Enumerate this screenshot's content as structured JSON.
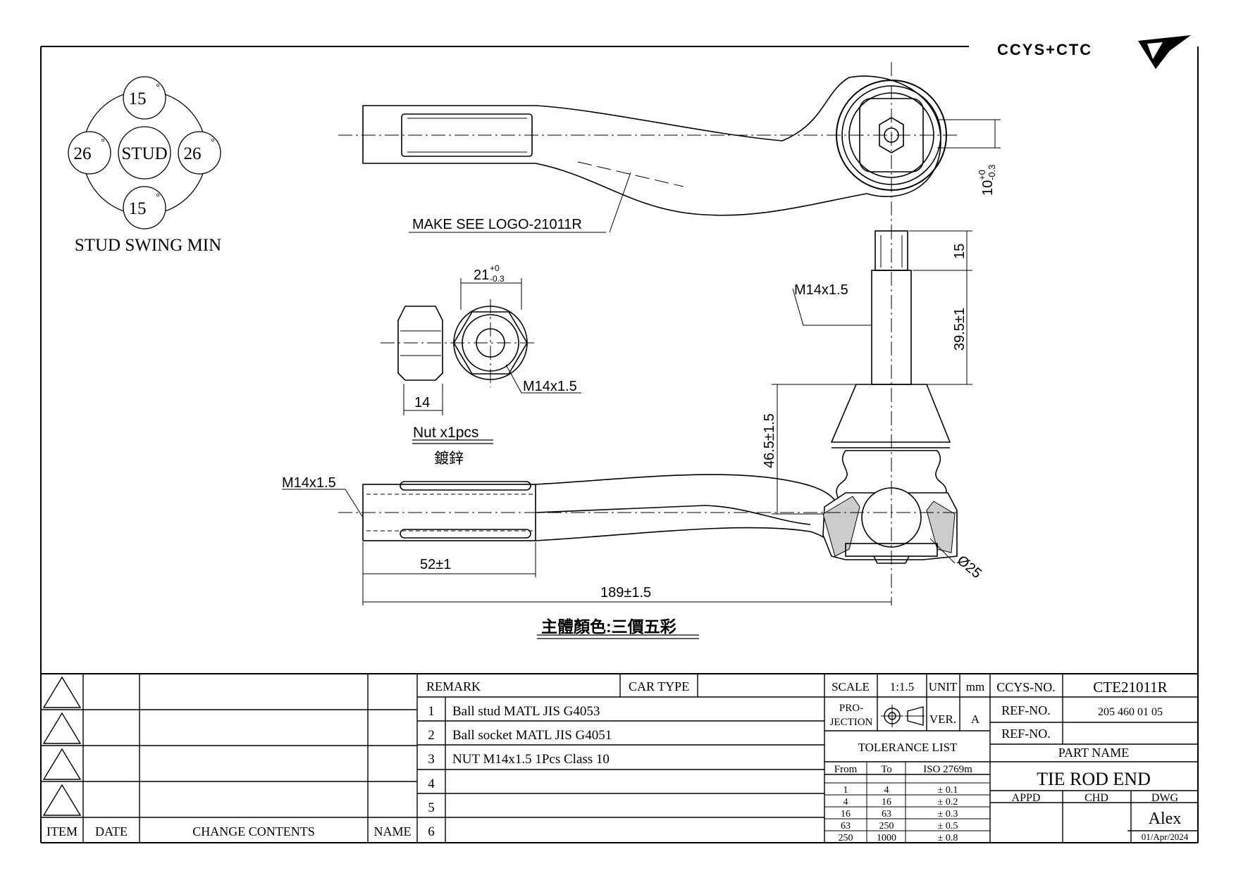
{
  "brand": {
    "logo_text": "CCYS+CTC"
  },
  "stud_swing": {
    "top": "15",
    "bottom": "15",
    "left": "26",
    "right": "26",
    "center": "STUD",
    "degree_mark": "°",
    "caption": "STUD SWING MIN"
  },
  "annotations": {
    "logo_note": "MAKE SEE LOGO-21011R",
    "nut_width_base": "21",
    "nut_width_tol_upper": "+0",
    "nut_width_tol_lower": "-0.3",
    "nut_thread": "M14x1.5",
    "nut_height": "14",
    "nut_title": "Nut x1pcs",
    "nut_finish": "鍍鋅",
    "stud_thread": "M14x1.5",
    "stud_tip": "15",
    "stud_length": "39.5±1",
    "taper_height": "46.5±1.5",
    "eye_width_base": "10",
    "eye_width_tol_upper": "+0",
    "eye_width_tol_lower": "-0.3",
    "rod_thread": "M14x1.5",
    "ball_dia": "Ø25",
    "thread_length": "52±1",
    "overall_length": "189±1.5",
    "main_color": "主體顏色:三價五彩"
  },
  "revision_block": {
    "headers": {
      "item": "ITEM",
      "date": "DATE",
      "change": "CHANGE CONTENTS",
      "name": "NAME"
    }
  },
  "remark_block": {
    "remark_label": "REMARK",
    "car_type_label": "CAR TYPE",
    "rows": [
      {
        "no": "1",
        "text": "Ball stud MATL JIS G4053"
      },
      {
        "no": "2",
        "text": "Ball socket MATL JIS G4051"
      },
      {
        "no": "3",
        "text": "NUT M14x1.5 1Pcs Class 10"
      },
      {
        "no": "4",
        "text": ""
      },
      {
        "no": "5",
        "text": ""
      },
      {
        "no": "6",
        "text": ""
      }
    ]
  },
  "spec_block": {
    "scale_label": "SCALE",
    "scale_value": "1:1.5",
    "unit_label": "UNIT",
    "unit_value": "mm",
    "projection_label": "PRO-\nJECTION",
    "ver_label": "VER.",
    "ver_value": "A",
    "tolerance_title": "TOLERANCE LIST",
    "tol_headers": {
      "from": "From",
      "to": "To",
      "iso": "ISO 2769m"
    },
    "tol_rows": [
      {
        "from": "1",
        "to": "4",
        "tol": "± 0.1"
      },
      {
        "from": "4",
        "to": "16",
        "tol": "± 0.2"
      },
      {
        "from": "16",
        "to": "63",
        "tol": "± 0.3"
      },
      {
        "from": "63",
        "to": "250",
        "tol": "± 0.5"
      },
      {
        "from": "250",
        "to": "1000",
        "tol": "± 0.8"
      }
    ]
  },
  "title_block": {
    "ccys_label": "CCYS-NO.",
    "ccys_value": "CTE21011R",
    "ref1_label": "REF-NO.",
    "ref1_value": "205 460 01 05",
    "ref2_label": "REF-NO.",
    "ref2_value": "",
    "part_name_label": "PART NAME",
    "part_name": "TIE ROD END",
    "appd_label": "APPD",
    "chd_label": "CHD",
    "dwg_label": "DWG",
    "drawn_by": "Alex",
    "date": "01/Apr/2024"
  }
}
